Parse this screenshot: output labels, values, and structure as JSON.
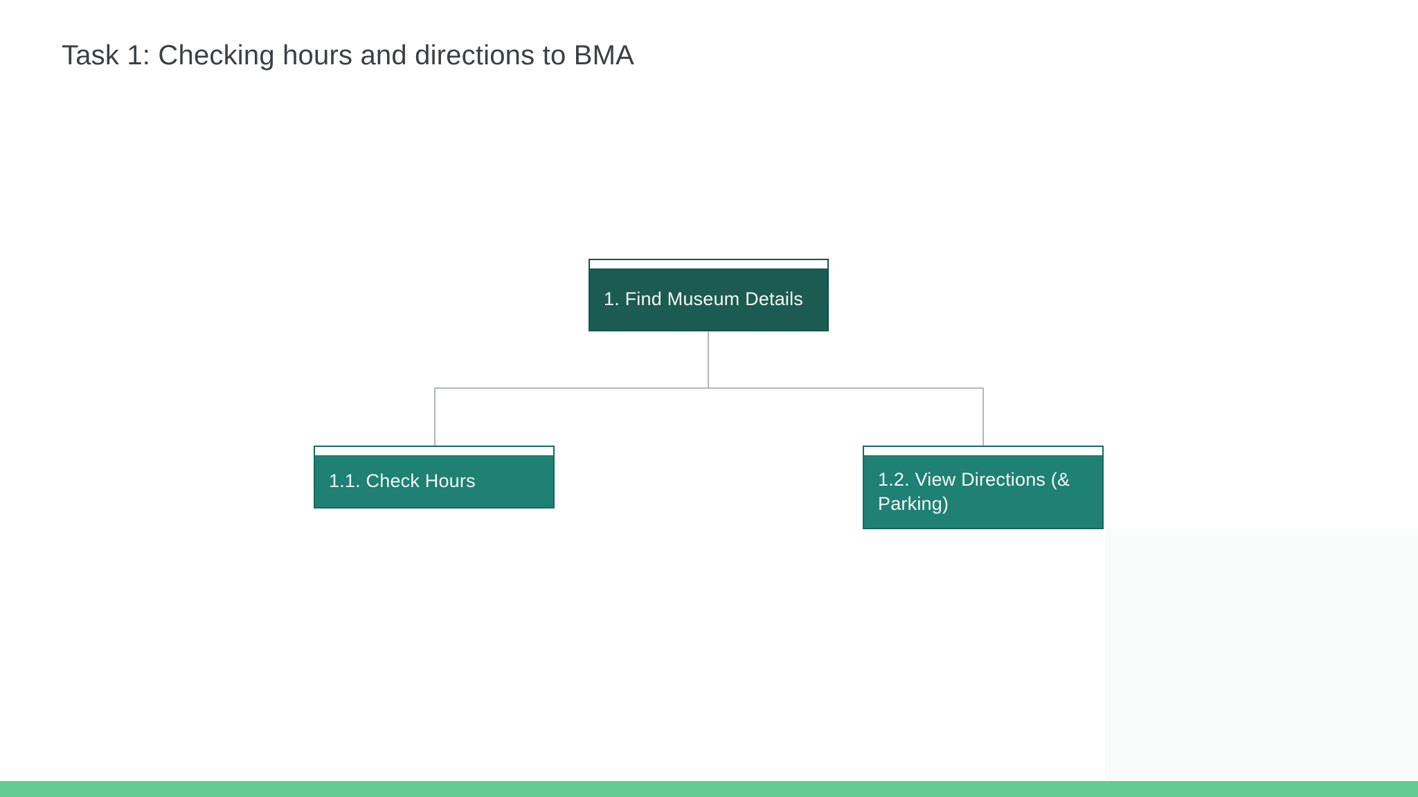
{
  "title": "Task 1: Checking hours and directions to BMA",
  "colors": {
    "page_bg": "#ffffff",
    "title_text": "#3c4043",
    "root_fill": "#1c5b51",
    "root_border": "#11564c",
    "child_fill": "#1f8074",
    "child_border": "#136b60",
    "header_strip": "#ffffff",
    "node_text": "#f5f8f7",
    "connector": "#b3b6b6",
    "footer_bar": "#63cc8f",
    "canvas_panel": "#fafbfb"
  },
  "diagram": {
    "nodes": [
      {
        "id": "1",
        "label": "1. Find Museum Details",
        "role": "root"
      },
      {
        "id": "1.1",
        "label": "1.1. Check Hours",
        "role": "child"
      },
      {
        "id": "1.2",
        "label": "1.2. View Directions (& Parking)",
        "role": "child"
      }
    ],
    "edges": [
      {
        "from": "1",
        "to": "1.1"
      },
      {
        "from": "1",
        "to": "1.2"
      }
    ]
  }
}
